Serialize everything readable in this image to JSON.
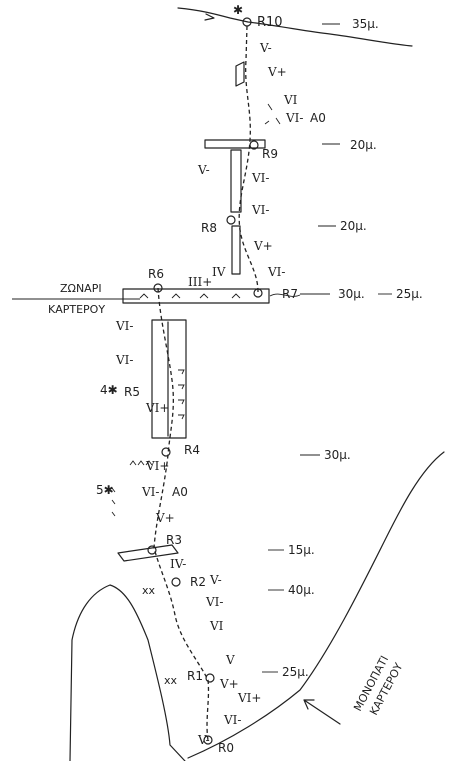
{
  "belays": [
    {
      "label": "R10"
    },
    {
      "label": "R9"
    },
    {
      "label": "R8"
    },
    {
      "label": "R7"
    },
    {
      "label": "R6"
    },
    {
      "label": "R5"
    },
    {
      "label": "R4"
    },
    {
      "label": "R3"
    },
    {
      "label": "R2"
    },
    {
      "label": "R1"
    },
    {
      "label": "R0"
    }
  ],
  "pitch_lengths": [
    "35μ.",
    "20μ.",
    "20μ.",
    "30μ.",
    "25μ.",
    "30μ.",
    "15μ.",
    "40μ.",
    "25μ."
  ],
  "grades": [
    "V-",
    "V+",
    "VI",
    "VI-",
    "V-",
    "VI-",
    "VI-",
    "V+",
    "VI-",
    "III+",
    "IV",
    "VI-",
    "VI-",
    "VI+",
    "VI+",
    "VI-",
    "V+",
    "IV-",
    "V-",
    "VI-",
    "VI",
    "V",
    "V+",
    "VI+",
    "VI-",
    "V-"
  ],
  "aid": [
    "A0",
    "A0"
  ],
  "misc_marks": {
    "star4": "4✱",
    "star5": "5✱",
    "xx1": "xx",
    "xx2": "xx"
  },
  "ledge_label": {
    "line1": "ΖΩΝΑΡΙ",
    "line2": "ΚΑΡΤΕΡΟΥ"
  },
  "path_label": {
    "line1": "ΜΟΝΟΠΑΤΙ",
    "line2": "ΚΑΡΤΕΡΟΥ"
  },
  "ink_color": "#222222"
}
